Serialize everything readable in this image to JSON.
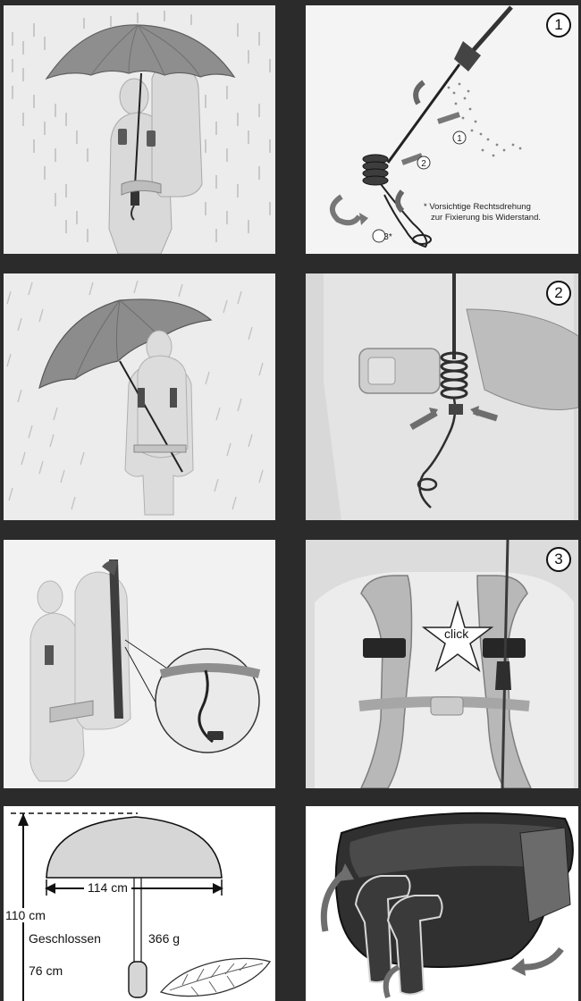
{
  "steps": [
    "1",
    "2",
    "3"
  ],
  "panel2": {
    "note_line1": "* Vorsichtige Rechtsdrehung",
    "note_line2": "zur Fixierung bis Widerstand.",
    "arrow_labels": [
      "1",
      "2",
      "3*"
    ]
  },
  "panel6": {
    "click_label": "click"
  },
  "specs": {
    "width_label": "114 cm",
    "open_length_label": "110 cm",
    "closed_caption": "Geschlossen",
    "closed_length_label": "76 cm",
    "weight_label": "366 g"
  }
}
